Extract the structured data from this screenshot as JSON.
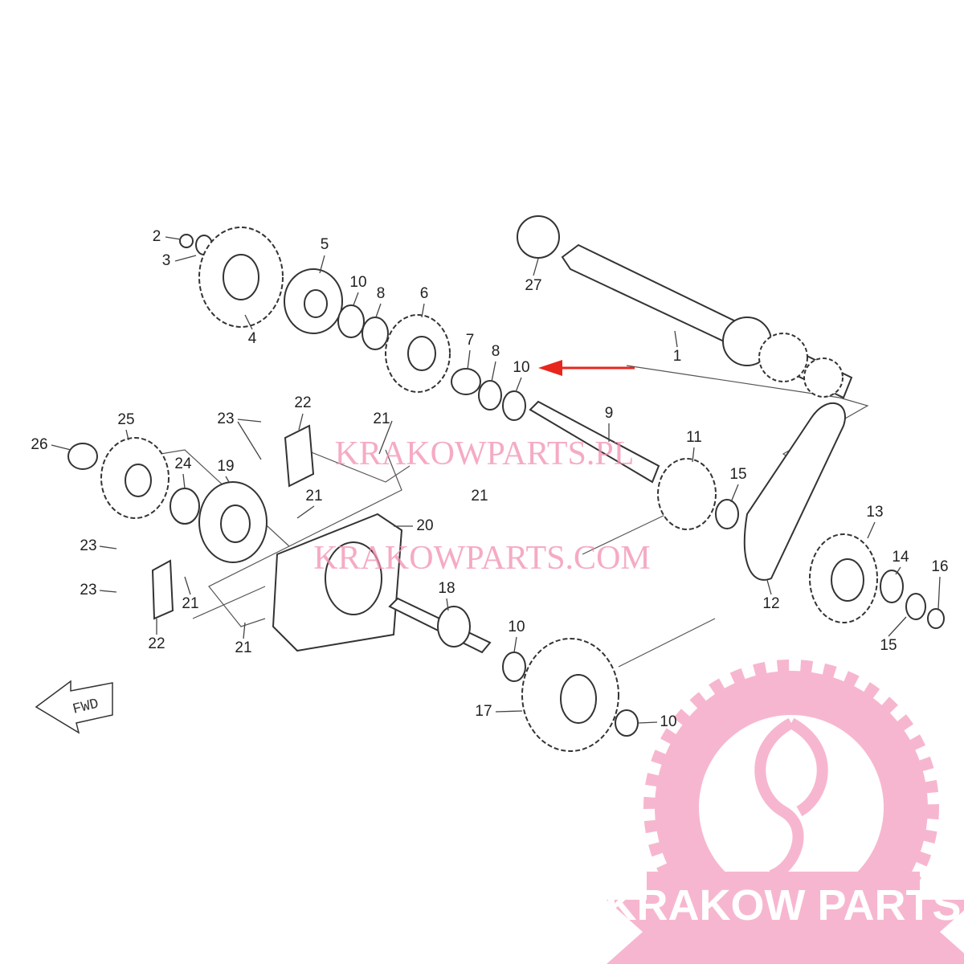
{
  "diagram": {
    "callouts": [
      {
        "id": "2",
        "text": "2"
      },
      {
        "id": "3",
        "text": "3"
      },
      {
        "id": "4",
        "text": "4"
      },
      {
        "id": "5",
        "text": "5"
      },
      {
        "id": "10a",
        "text": "10"
      },
      {
        "id": "8a",
        "text": "8"
      },
      {
        "id": "6",
        "text": "6"
      },
      {
        "id": "7",
        "text": "7"
      },
      {
        "id": "8b",
        "text": "8"
      },
      {
        "id": "10b",
        "text": "10"
      },
      {
        "id": "27",
        "text": "27"
      },
      {
        "id": "1",
        "text": "1"
      },
      {
        "id": "9",
        "text": "9"
      },
      {
        "id": "22a",
        "text": "22"
      },
      {
        "id": "23a",
        "text": "23"
      },
      {
        "id": "21a",
        "text": "21"
      },
      {
        "id": "25",
        "text": "25"
      },
      {
        "id": "26",
        "text": "26"
      },
      {
        "id": "24",
        "text": "24"
      },
      {
        "id": "19",
        "text": "19"
      },
      {
        "id": "21b",
        "text": "21"
      },
      {
        "id": "21c",
        "text": "21"
      },
      {
        "id": "20",
        "text": "20"
      },
      {
        "id": "11",
        "text": "11"
      },
      {
        "id": "15a",
        "text": "15"
      },
      {
        "id": "13",
        "text": "13"
      },
      {
        "id": "14",
        "text": "14"
      },
      {
        "id": "16",
        "text": "16"
      },
      {
        "id": "12",
        "text": "12"
      },
      {
        "id": "15b",
        "text": "15"
      },
      {
        "id": "23b",
        "text": "23"
      },
      {
        "id": "23c",
        "text": "23"
      },
      {
        "id": "21d",
        "text": "21"
      },
      {
        "id": "22b",
        "text": "22"
      },
      {
        "id": "21e",
        "text": "21"
      },
      {
        "id": "18",
        "text": "18"
      },
      {
        "id": "10c",
        "text": "10"
      },
      {
        "id": "17",
        "text": "17"
      },
      {
        "id": "10d",
        "text": "10"
      }
    ],
    "fwd_label": "FWD",
    "highlight_arrow_color": "#e8261c"
  },
  "watermarks": {
    "line1": "KRAKOWPARTS.PL",
    "line2": "KRAKOWPARTS.COM",
    "logo_text": "KRAKOW PARTS",
    "logo_color": "#f7b6cf"
  }
}
